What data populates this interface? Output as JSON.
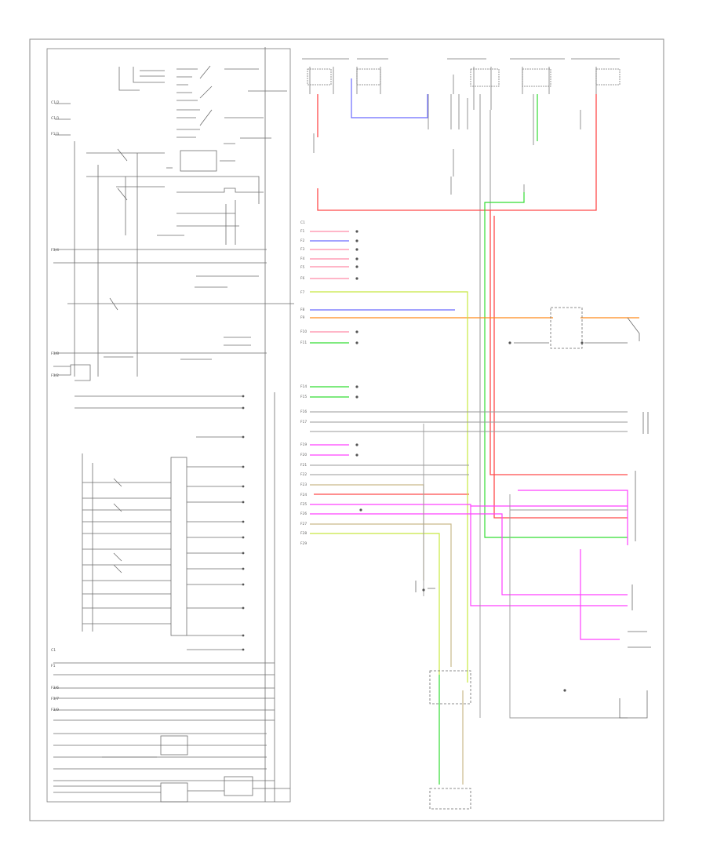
{
  "diagram": {
    "footer_left": "",
    "cluster_bottom_label": ""
  },
  "colors": {
    "red": "#ff4a4a",
    "blue": "#6a6aff",
    "green": "#33dd33",
    "orange": "#ff8a1a",
    "magenta": "#ff40ff",
    "yellow_green": "#c8e840",
    "tan": "#c9b98a",
    "gray": "#9a9a9a",
    "pink": "#ff8aa8",
    "black": "#333333"
  },
  "wires": [
    {
      "id": "red-main",
      "color": "red",
      "label": ""
    },
    {
      "id": "blue-cruise",
      "color": "blue",
      "label": ""
    },
    {
      "id": "green-a",
      "color": "green",
      "label": ""
    },
    {
      "id": "orange-a",
      "color": "orange",
      "label": ""
    },
    {
      "id": "magenta-a",
      "color": "magenta",
      "label": ""
    },
    {
      "id": "yg-a",
      "color": "yellow_green",
      "label": ""
    }
  ]
}
